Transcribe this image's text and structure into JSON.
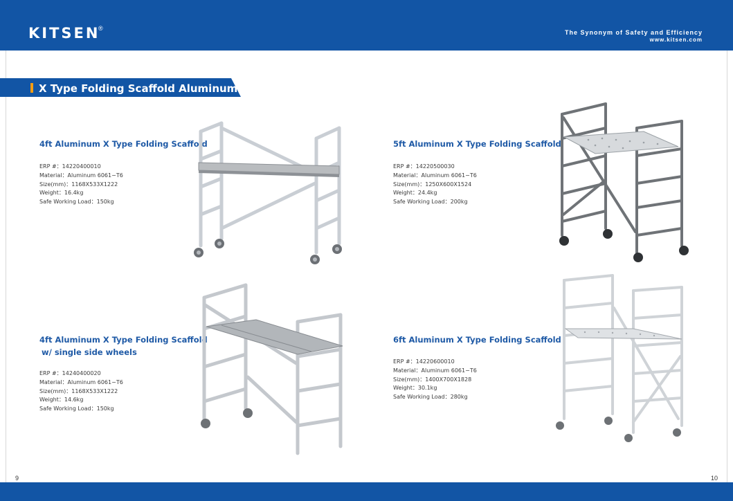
{
  "header": {
    "logo": "KITSEN",
    "logo_mark": "®",
    "tagline": "The Synonym of Safety and Efficiency",
    "website": "www.kitsen.com"
  },
  "section": {
    "title": "X Type Folding Scaffold Aluminum"
  },
  "products": [
    {
      "title": "4ft Aluminum X Type Folding Scaffold",
      "subtitle": "",
      "erp": "ERP #：14220400010",
      "material": "Material：Aluminum 6061−T6",
      "size": "Size(mm)：1168X533X1222",
      "weight": "Weight：16.4kg",
      "load": "Safe Working Load：150kg"
    },
    {
      "title": "5ft Aluminum X Type Folding Scaffold",
      "subtitle": "",
      "erp": "ERP #：14220500030",
      "material": "Material：Aluminum 6061−T6",
      "size": "Size(mm)：1250X600X1524",
      "weight": "Weight：24.4kg",
      "load": "Safe Working Load：200kg"
    },
    {
      "title": "4ft Aluminum X Type Folding Scaffold",
      "subtitle": "w/ single side wheels",
      "erp": "ERP #：14240400020",
      "material": "Material：Aluminum 6061−T6",
      "size": "Size(mm)：1168X533X1222",
      "weight": "Weight：14.6kg",
      "load": "Safe Working Load：150kg"
    },
    {
      "title": "6ft Aluminum X Type Folding Scaffold",
      "subtitle": "",
      "erp": "ERP #：14220600010",
      "material": "Material：Aluminum 6061−T6",
      "size": "Size(mm)：1400X700X1828",
      "weight": "Weight：30.1kg",
      "load": "Safe Working Load：280kg"
    }
  ],
  "footer": {
    "page_left": "9",
    "page_right": "10"
  },
  "colors": {
    "brand_blue": "#1255a5",
    "accent_orange": "#f39c12",
    "title_blue": "#1f5aa6"
  }
}
